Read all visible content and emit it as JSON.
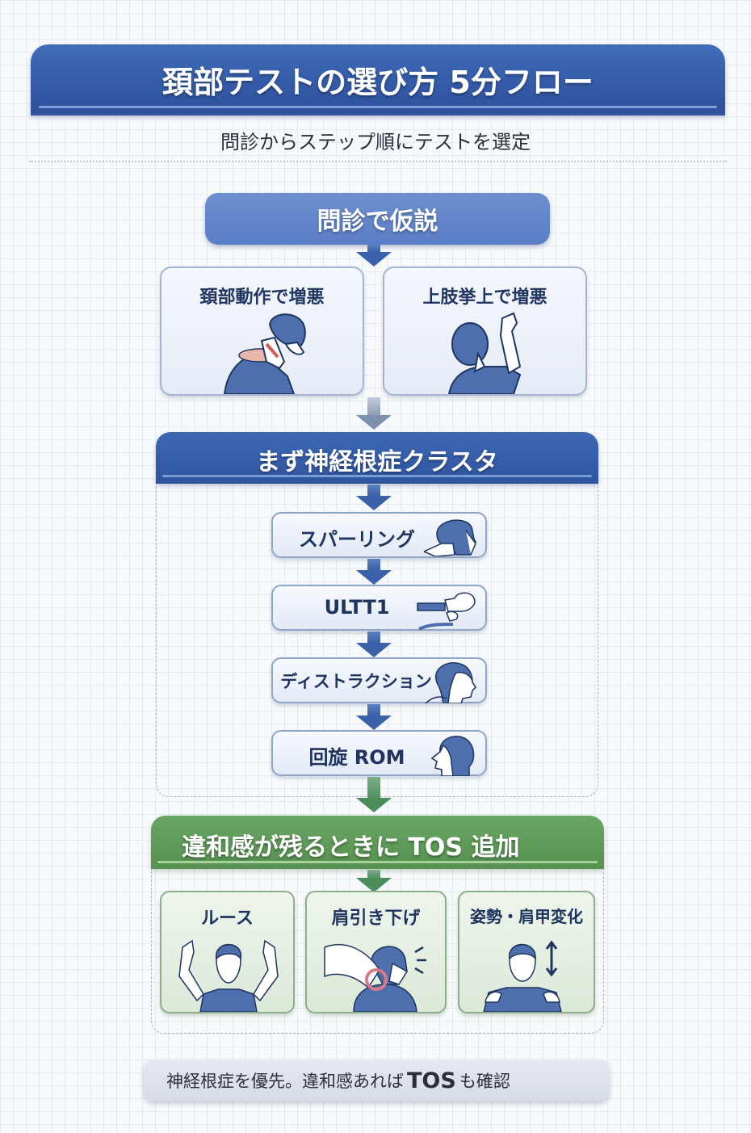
{
  "header": {
    "title": "頚部テストの選び方 5分フロー",
    "subtitle": "問診からステップ順にテストを選定"
  },
  "start": {
    "label": "問診で仮説"
  },
  "symptoms": [
    {
      "label": "頚部動作で増悪",
      "icon": "neck-pain-figure-icon"
    },
    {
      "label": "上肢挙上で増悪",
      "icon": "arm-raise-figure-icon"
    }
  ],
  "radiculopathy_cluster": {
    "title": "まず神経根症クラスタ",
    "tests": [
      {
        "label": "スパーリング",
        "icon": "spurling-test-icon"
      },
      {
        "label": "ULTT1",
        "icon": "ultt1-arm-icon"
      },
      {
        "label": "ディストラクション",
        "icon": "distraction-head-icon"
      },
      {
        "label": "回旋 ROM",
        "icon": "rotation-head-icon"
      }
    ]
  },
  "tos_section": {
    "title": "違和感が残るときに TOS 追加",
    "tests": [
      {
        "label": "ルース",
        "icon": "roos-arms-raised-icon"
      },
      {
        "label": "肩引き下げ",
        "icon": "shoulder-depression-icon"
      },
      {
        "label": "姿勢・肩甲変化",
        "icon": "posture-shoulder-change-icon"
      }
    ]
  },
  "footer": {
    "text_before": "神経根症を優先。違和感あれば",
    "emphasis": "TOS",
    "text_after": "も確認"
  },
  "colors": {
    "primary_blue": "#3459a6",
    "light_blue": "#5a7ec6",
    "green": "#56914f",
    "card_bg": "#e6ecf6",
    "grid_bg": "#f7f9fb"
  }
}
